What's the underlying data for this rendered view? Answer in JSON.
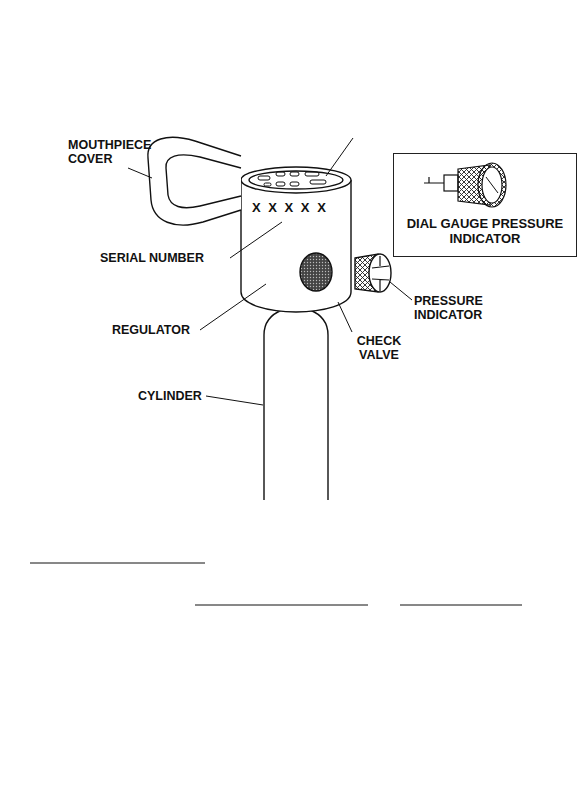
{
  "diagram": {
    "nodes": [
      {
        "text": [
          "DIAL GAUGE PRESSURE INDICATOR"
        ]
      }
    ],
    "labels": [
      "MOUTHPIECE COVER",
      "X X X X X",
      "SERIAL NUMBER",
      "REGULATOR",
      "CHECK VALVE",
      "PRESSURE INDICATOR",
      "CYLINDER"
    ]
  }
}
